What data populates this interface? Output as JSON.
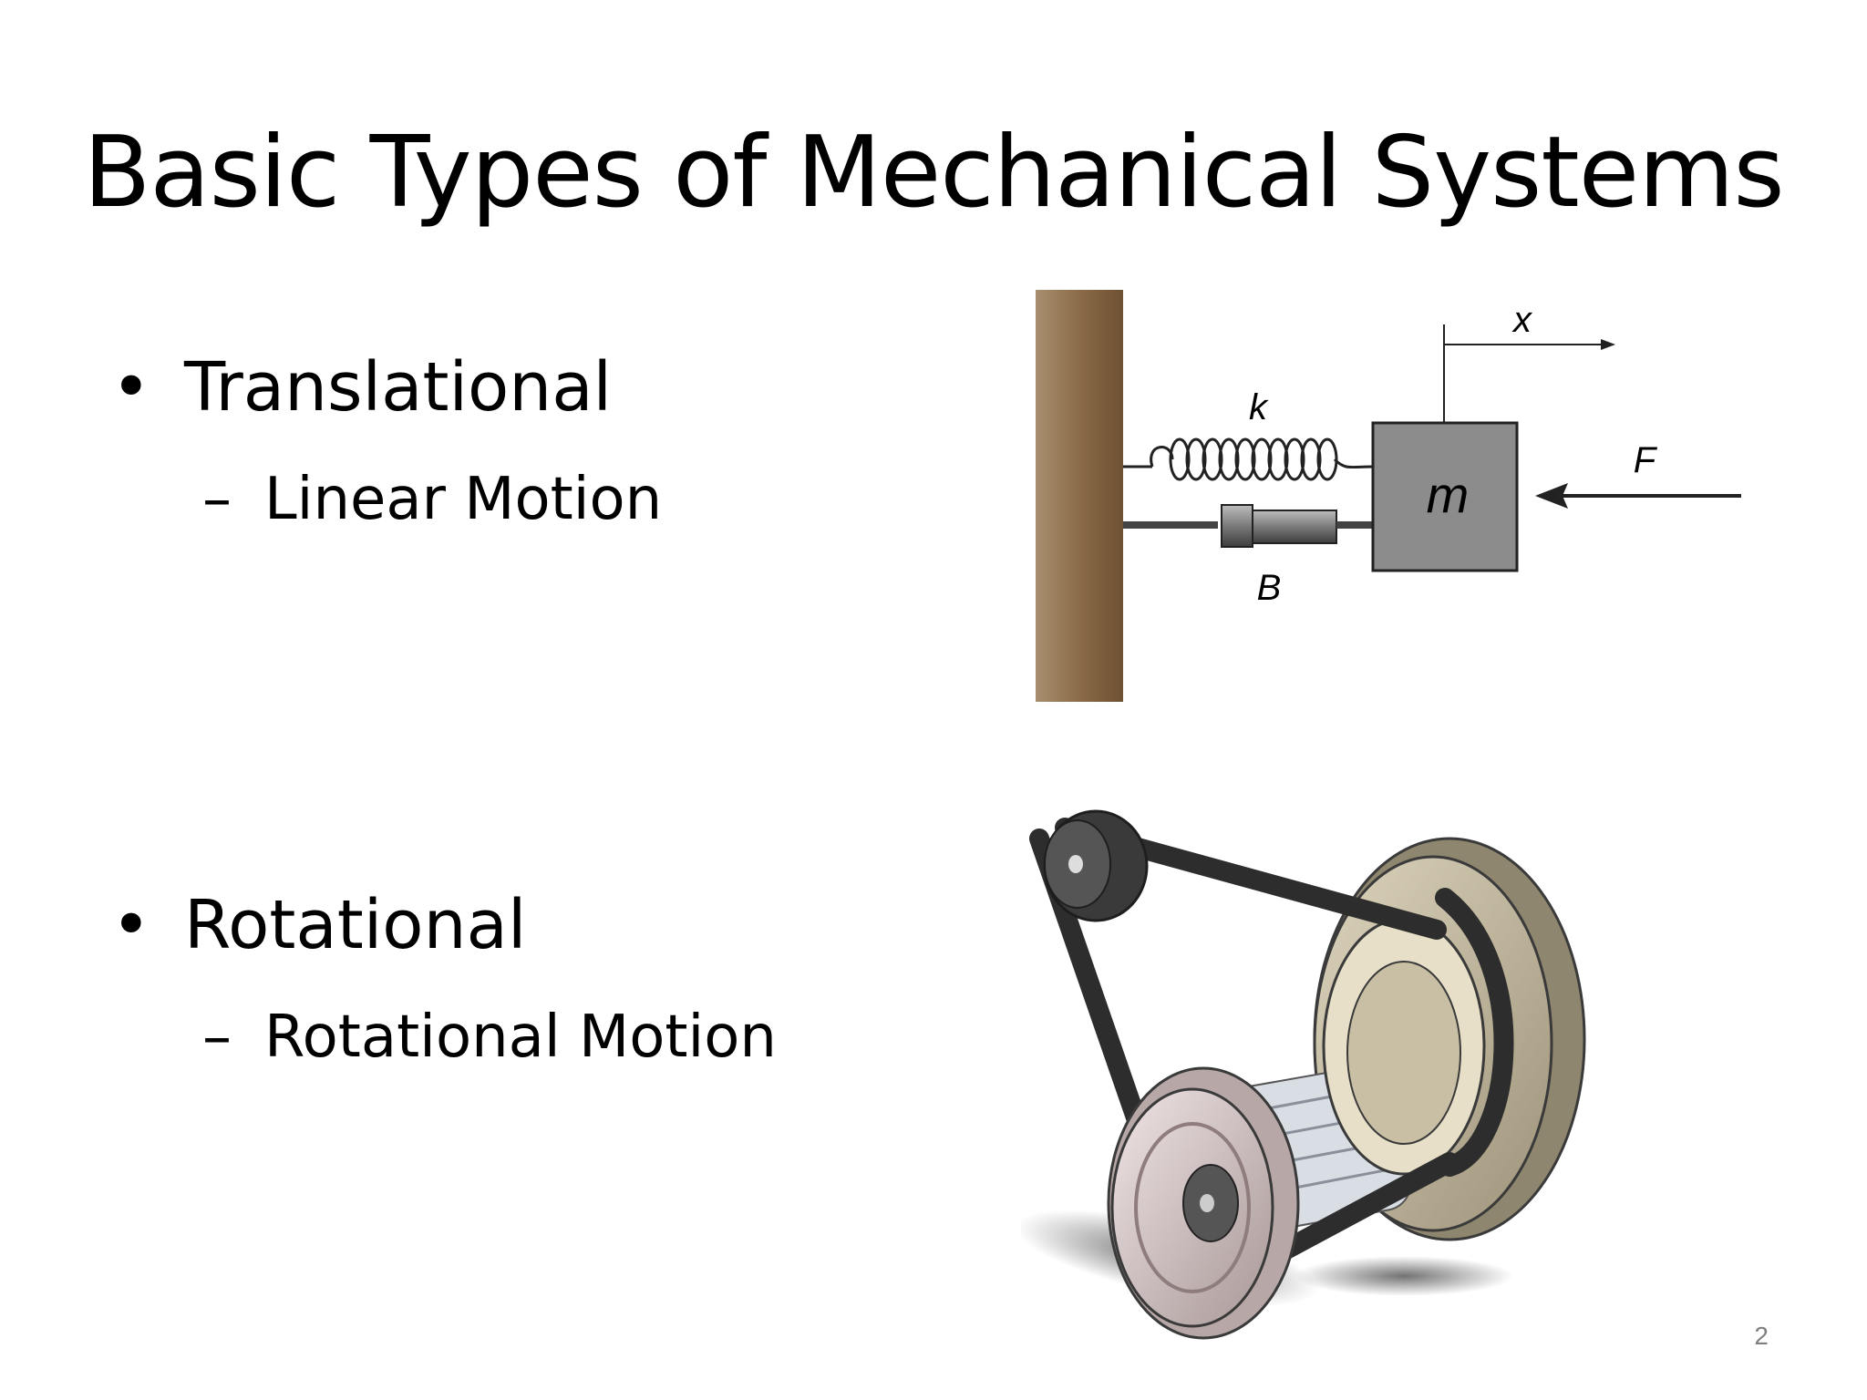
{
  "slide": {
    "title": "Basic Types of Mechanical Systems",
    "page_number": "2"
  },
  "bullets": [
    {
      "bullet_symbol": "•",
      "label": "Translational",
      "sub_dash": "–",
      "sub": "Linear Motion"
    },
    {
      "bullet_symbol": "•",
      "label": "Rotational",
      "sub_dash": "–",
      "sub": "Rotational Motion"
    }
  ],
  "translational_diagram": {
    "spring_label": "k",
    "damper_label": "B",
    "mass_label": "m",
    "displacement_label": "x",
    "force_label": "F",
    "colors": {
      "wall": "#8b6b47",
      "mass": "#8c8c8c",
      "line": "#222222"
    }
  },
  "rotational_image": {
    "description_icon": "belt-pulley-icon",
    "colors": {
      "belt": "#2d2d2d",
      "large_pulley": "#c8bfa6",
      "small_pulley": "#d9c9c9",
      "idler": "#3a3a3a"
    }
  }
}
